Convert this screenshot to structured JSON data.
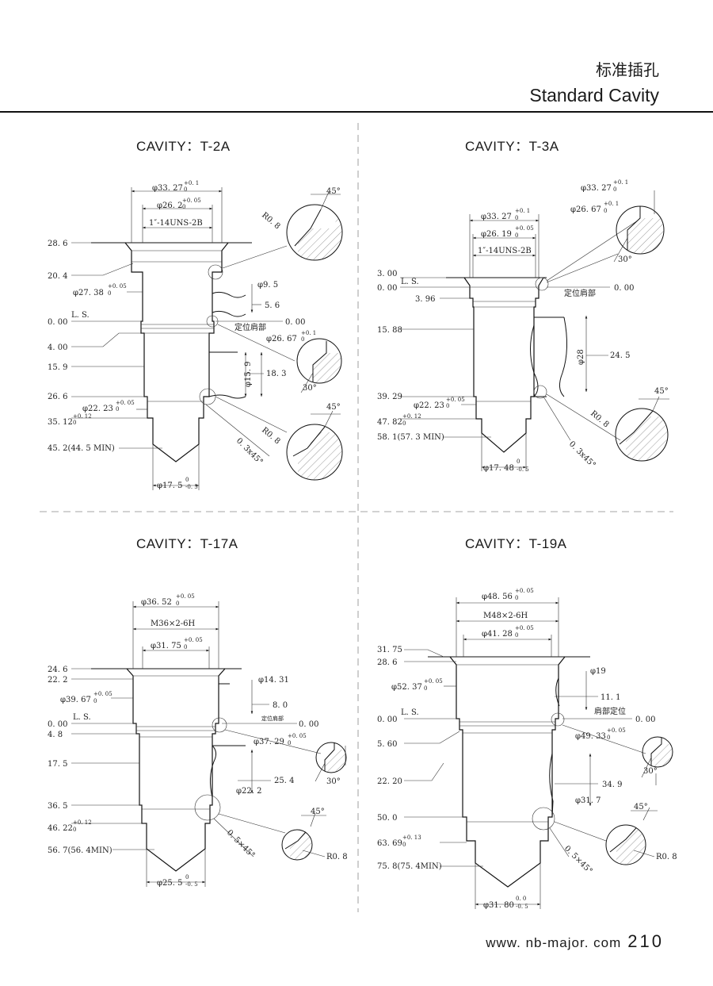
{
  "header": {
    "title_cn": "标准插孔",
    "title_en": "Standard Cavity"
  },
  "footer": {
    "website": "www. nb-major. com",
    "page": "210"
  },
  "cavities": {
    "t2a": {
      "title": "CAVITY：T-2A",
      "d1": "φ33. 27",
      "d1_tol": "+0. 1",
      "d1_tol0": "0",
      "d2": "φ26. 2",
      "d2_tol": "+0. 05",
      "d2_tol0": "0",
      "thread": "1″-14UNS-2B",
      "y286": "28. 6",
      "y204": "20. 4",
      "d3": "φ27. 38",
      "d3_tol": "+0. 05",
      "d3_tol0": "0",
      "phi95": "φ9. 5",
      "v56": "5. 6",
      "y000": "0. 00",
      "ls": "L. S.",
      "r000": "0. 00",
      "locating": "定位肩部",
      "d4": "φ26. 67",
      "d4_tol": "+0. 1",
      "d4_tol0": "0",
      "y400": "4. 00",
      "y159": "15. 9",
      "phi159": "φ15. 9",
      "v183": "18. 3",
      "a30": "30°",
      "y266": "26. 6",
      "d5": "φ22. 23",
      "d5_tol": "+0. 05",
      "d5_tol0": "0",
      "y3512": "35. 12",
      "y3512_tol": "+0. 12",
      "y3512_tol0": "0",
      "y452": "45. 2(44. 5 MIN)",
      "d6": "φ17. 5",
      "d6_tol0": "0",
      "d6_tol": "-0. 5",
      "r08a": "R0. 8",
      "a45a": "45°",
      "r08b": "R0. 8",
      "a45b": "45°",
      "chamfer": "0. 3x45°"
    },
    "t3a": {
      "title": "CAVITY：T-3A",
      "d1": "φ33. 27",
      "d1_tol": "+0. 1",
      "d1_tol0": "0",
      "d2": "φ26. 19",
      "d2_tol": "+0. 05",
      "d2_tol0": "0",
      "thread": "1″-14UNS-2B",
      "d_tr": "φ33. 27",
      "d_tr_tol": "+0. 1",
      "d_tr_tol0": "0",
      "d_tr2": "φ26. 67",
      "d_tr2_tol": "+0. 1",
      "d_tr2_tol0": "0",
      "a30": "30°",
      "y300": "3. 00",
      "ls": "L. S.",
      "y000": "0. 00",
      "r000": "0. 00",
      "locating": "定位肩部",
      "y396": "3. 96",
      "y1588": "15. 88",
      "phi28": "φ28",
      "v245": "24. 5",
      "y3929": "39. 29",
      "d5": "φ22. 23",
      "d5_tol": "+0. 05",
      "d5_tol0": "0",
      "y4782": "47. 82",
      "y4782_tol": "+0. 12",
      "y4782_tol0": "0",
      "y581": "58. 1(57. 3 MIN)",
      "d6": "φ17. 48",
      "d6_tol0": "0",
      "d6_tol": "-0. 5",
      "a45": "45°",
      "r08": "R0. 8",
      "chamfer": "0. 3x45°"
    },
    "t17a": {
      "title": "CAVITY：T-17A",
      "d1": "φ36. 52",
      "d1_tol": "+0. 05",
      "d1_tol0": "0",
      "thread": "M36×2-6H",
      "d2": "φ31. 75",
      "d2_tol": "+0. 05",
      "d2_tol0": "0",
      "y246": "24. 6",
      "y222": "22. 2",
      "phi1431": "φ14. 31",
      "d3": "φ39. 67",
      "d3_tol": "+0. 05",
      "d3_tol0": "0",
      "v80": "8. 0",
      "y000": "0. 00",
      "ls": "L. S.",
      "locating": "定位肩部",
      "r000": "0. 00",
      "y48": "4. 8",
      "d4": "φ37. 29",
      "d4_tol": "+0. 05",
      "d4_tol0": "0",
      "y175": "17. 5",
      "v254": "25. 4",
      "phi222": "φ22. 2",
      "a30": "30°",
      "y365": "36. 5",
      "y4622": "46. 22",
      "y4622_tol": "+0. 12",
      "y4622_tol0": "0",
      "y567": "56. 7(56. 4MIN)",
      "d6": "φ25. 5",
      "d6_tol0": "0",
      "d6_tol": "-0. 5",
      "a45": "45°",
      "chamfer": "0. 5×45°",
      "r08": "R0. 8"
    },
    "t19a": {
      "title": "CAVITY：T-19A",
      "d1": "φ48. 56",
      "d1_tol": "+0. 05",
      "d1_tol0": "0",
      "thread": "M48×2-6H",
      "d2": "φ41. 28",
      "d2_tol": "+0. 05",
      "d2_tol0": "0",
      "y3175": "31. 75",
      "y286": "28. 6",
      "phi19": "φ19",
      "d3": "φ52. 37",
      "d3_tol": "+0. 05",
      "d3_tol0": "0",
      "v111": "11. 1",
      "y000": "0. 00",
      "ls": "L. S.",
      "locating": "肩部定位",
      "r000": "0. 00",
      "d4": "φ49. 33",
      "d4_tol": "+0. 05",
      "d4_tol0": "0",
      "y560": "5. 60",
      "a30": "30°",
      "y2220": "22. 20",
      "v349": "34. 9",
      "phi317": "φ31. 7",
      "y500": "50. 0",
      "y6369": "63. 69",
      "y6369_tol": "+0. 13",
      "y6369_tol0": "0",
      "y758": "75. 8(75. 4MIN)",
      "d6": "φ31. 80",
      "d6_tol0": "0. 0",
      "d6_tol": "-0. 5",
      "a45": "45°",
      "chamfer": "0. 5×45°",
      "r08": "R0. 8"
    }
  }
}
